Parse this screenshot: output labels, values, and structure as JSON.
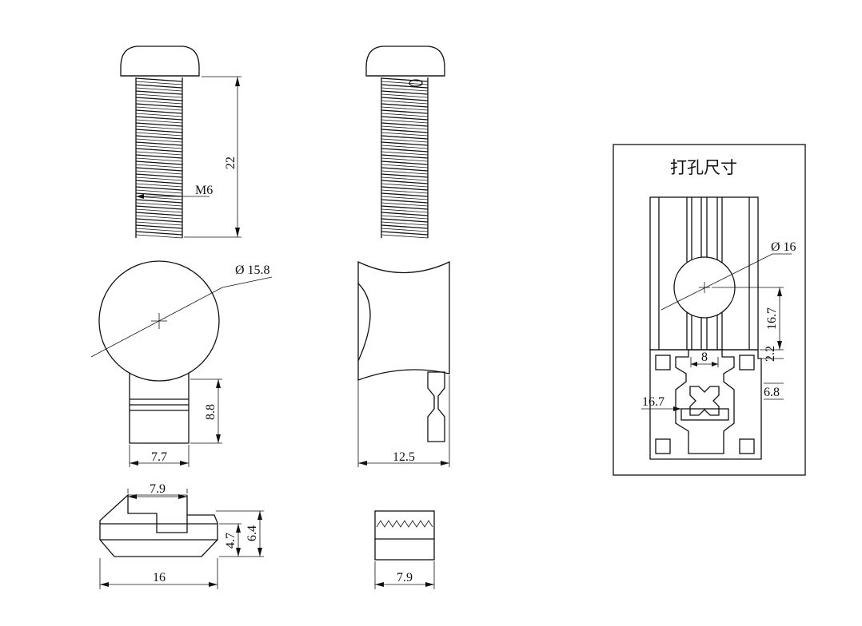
{
  "drilling_panel": {
    "title": "打孔尺寸"
  },
  "dimensions": {
    "screw_length": "22",
    "thread": "M6",
    "head_diameter": "Ø 15.8",
    "nut_height": "8.8",
    "nut_width": "7.7",
    "side_width": "12.5",
    "tnut_top_width": "7.9",
    "tnut_width": "16",
    "tnut_height_inner": "4.7",
    "tnut_height_outer": "6.4",
    "small_width": "7.9",
    "hole_diameter": "Ø 16",
    "hole_offset": "16.7",
    "slot_width": "8",
    "wall": "2.2",
    "profile_offset": "6.8",
    "profile_side": "16.7"
  }
}
